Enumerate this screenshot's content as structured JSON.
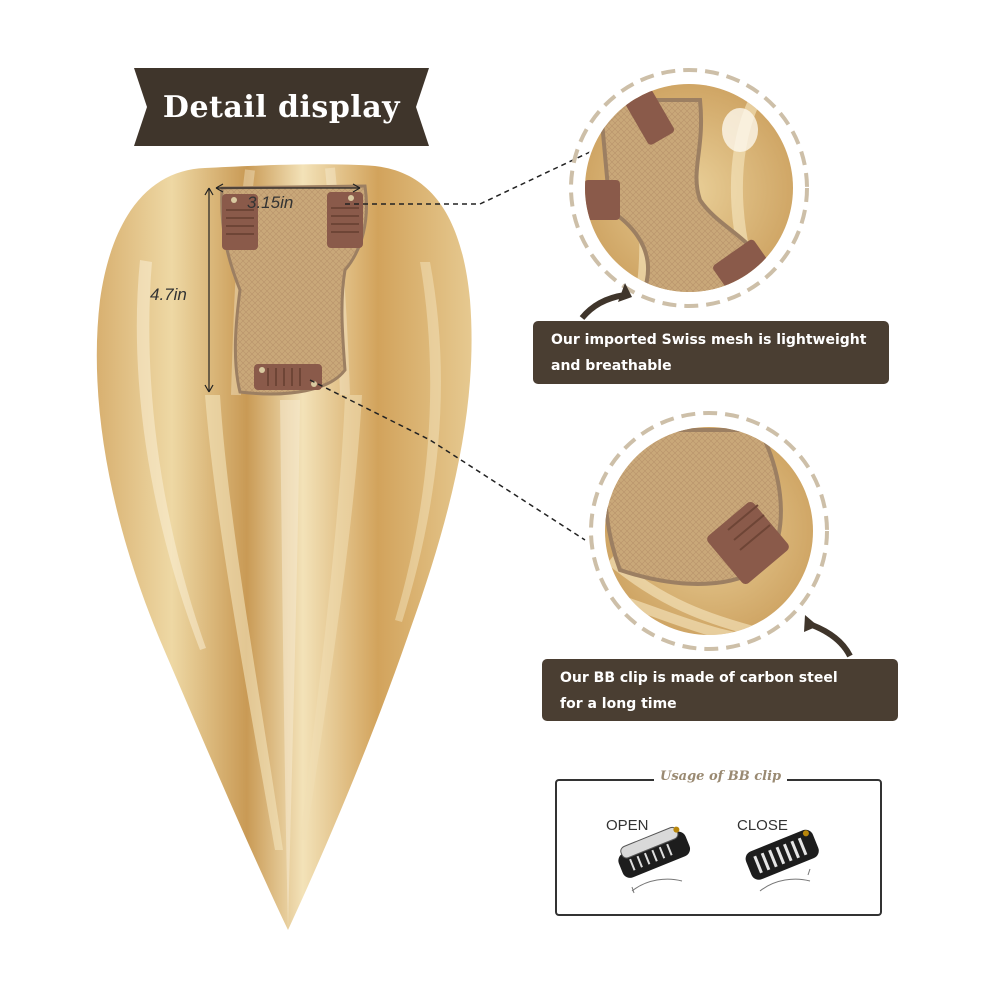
{
  "banner": {
    "title": "Detail display"
  },
  "dimensions": {
    "width_label": "3.15in",
    "height_label": "4.7in"
  },
  "callouts": [
    {
      "text_line1": "Our imported Swiss mesh is lightweight",
      "text_line2": "and breathable"
    },
    {
      "text_line1": "Our BB clip is made of carbon steel",
      "text_line2": "for a long time"
    }
  ],
  "usage": {
    "title": "Usage of BB clip",
    "open_label": "OPEN",
    "close_label": "CLOSE"
  },
  "colors": {
    "banner": "#3f352b",
    "caption": "#4a3e32",
    "hair_light": "#ecd39a",
    "hair_mid": "#d6ad68",
    "hair_dark": "#b98a4a",
    "mesh": "#c9a879",
    "clip": "#8a5a4a",
    "ring": "#cdbfa8"
  }
}
